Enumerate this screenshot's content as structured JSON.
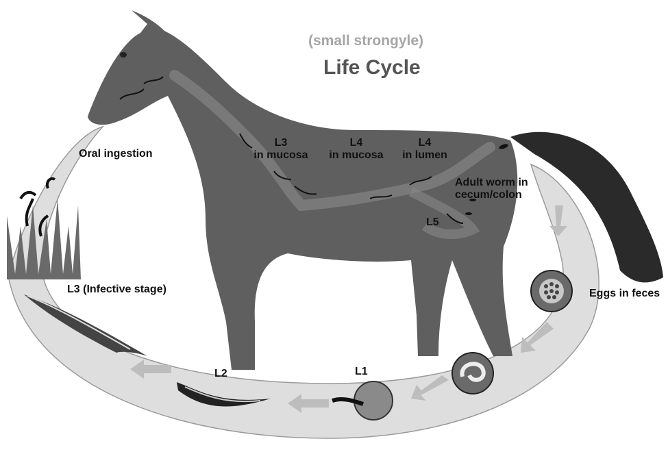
{
  "header": {
    "subtitle": "(small strongyle)",
    "title": "Life Cycle"
  },
  "labels": {
    "oral_ingestion": "Oral ingestion",
    "l3_mucosa": [
      "L3",
      "in mucosa"
    ],
    "l4_mucosa": [
      "L4",
      "in mucosa"
    ],
    "l4_lumen": [
      "L4",
      "in lumen"
    ],
    "adult_worm": [
      "Adult worm in",
      "cecum/colon"
    ],
    "l5": "L5",
    "eggs_in_feces": "Eggs in feces",
    "l1": "L1",
    "l2": "L2",
    "l3_infective": "L3 (Infective stage)"
  },
  "colors": {
    "horse": "#5f5f5f",
    "ring": "#dedede",
    "arrows": "#bdbdbd",
    "title_gray": "#555555",
    "subtitle_gray": "#a6a6a6"
  }
}
